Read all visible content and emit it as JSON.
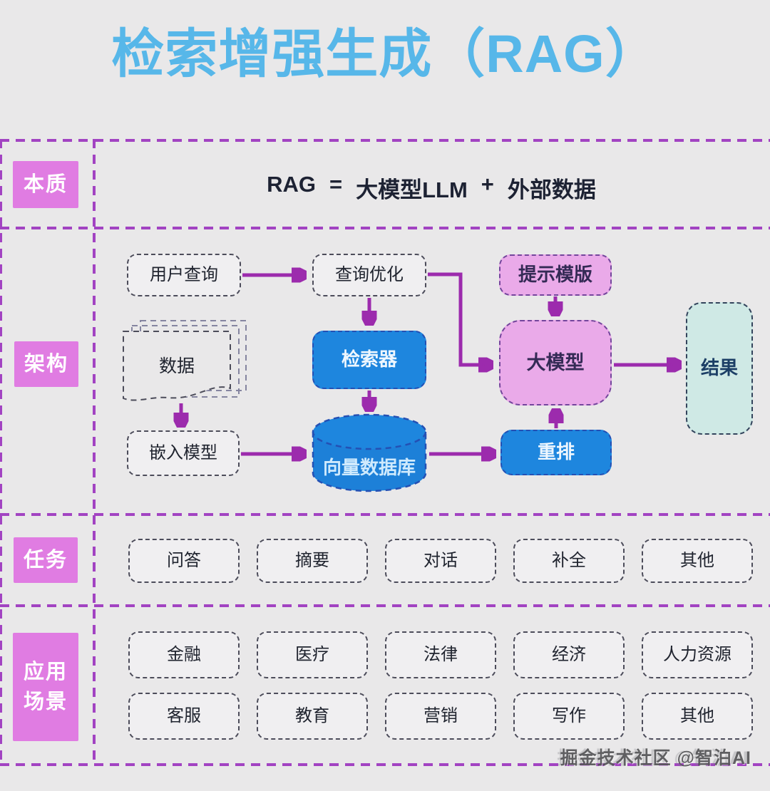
{
  "title": "检索增强生成（RAG）",
  "watermark": "掘金技术社区 @智泊AI",
  "essence": {
    "label": "本质",
    "formula_parts": [
      "RAG",
      "=",
      "大模型LLM",
      "+",
      "外部数据"
    ]
  },
  "architecture": {
    "label": "架构",
    "nodes": {
      "user_query": "用户查询",
      "query_optimization": "查询优化",
      "prompt_template": "提示模版",
      "data": "数据",
      "retriever": "检索器",
      "llm": "大模型",
      "result": "结果",
      "embedding_model": "嵌入模型",
      "vector_db": "向量数据库",
      "rerank": "重排"
    }
  },
  "tasks": {
    "label": "任务",
    "items": [
      "问答",
      "摘要",
      "对话",
      "补全",
      "其他"
    ]
  },
  "applications": {
    "label": "应用\n场景",
    "rows": [
      [
        "金融",
        "医疗",
        "法律",
        "经济",
        "人力资源"
      ],
      [
        "客服",
        "教育",
        "营销",
        "写作",
        "其他"
      ]
    ]
  },
  "colors": {
    "title": "#57b7e9",
    "grid": "#a243c2",
    "arrow": "#9c2bad",
    "label_chip": "#e07ce2",
    "pink_node": "#eaaae9",
    "blue_node": "#1e86de",
    "result_node": "#cfe9e5",
    "background": "#e9e8e9"
  }
}
